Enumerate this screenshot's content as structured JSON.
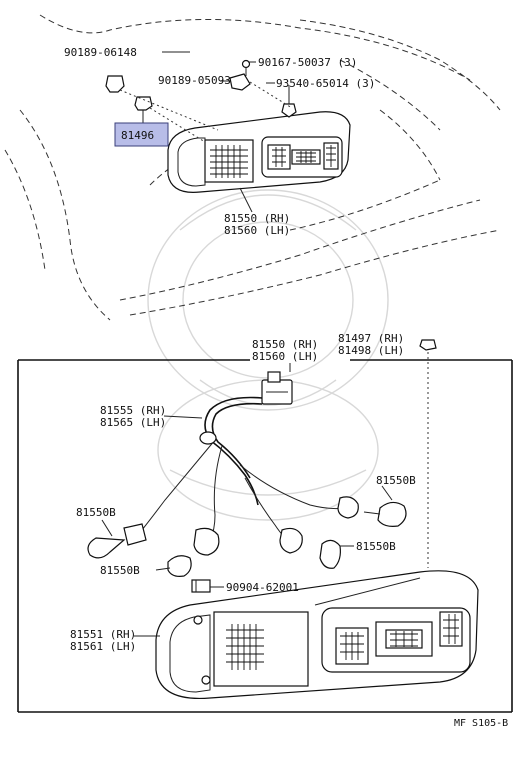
{
  "labels": {
    "p90189_06148": "90189-06148",
    "p90167_50037": "90167-50037 (3)",
    "p90189_05093": "90189-05093",
    "p93540_65014": "93540-65014 (3)",
    "p81496": "81496",
    "p81550_rh_top": "81550 (RH)",
    "p81560_lh_top": "81560 (LH)",
    "p81550_rh_box": "81550 (RH)",
    "p81560_lh_box": "81560 (LH)",
    "p81497_rh": "81497 (RH)",
    "p81498_lh": "81498 (LH)",
    "p81555_rh": "81555 (RH)",
    "p81565_lh": "81565 (LH)",
    "p81550b_right": "81550B",
    "p81550b_left": "81550B",
    "p81550b_lower_right": "81550B",
    "p81550b_lower_left": "81550B",
    "p90904_62001": "90904-62001",
    "p81551_rh": "81551 (RH)",
    "p81561_lh": "81561 (LH)",
    "diagram_code": "MF S105-B"
  },
  "highlight_color": "#b8bde8"
}
